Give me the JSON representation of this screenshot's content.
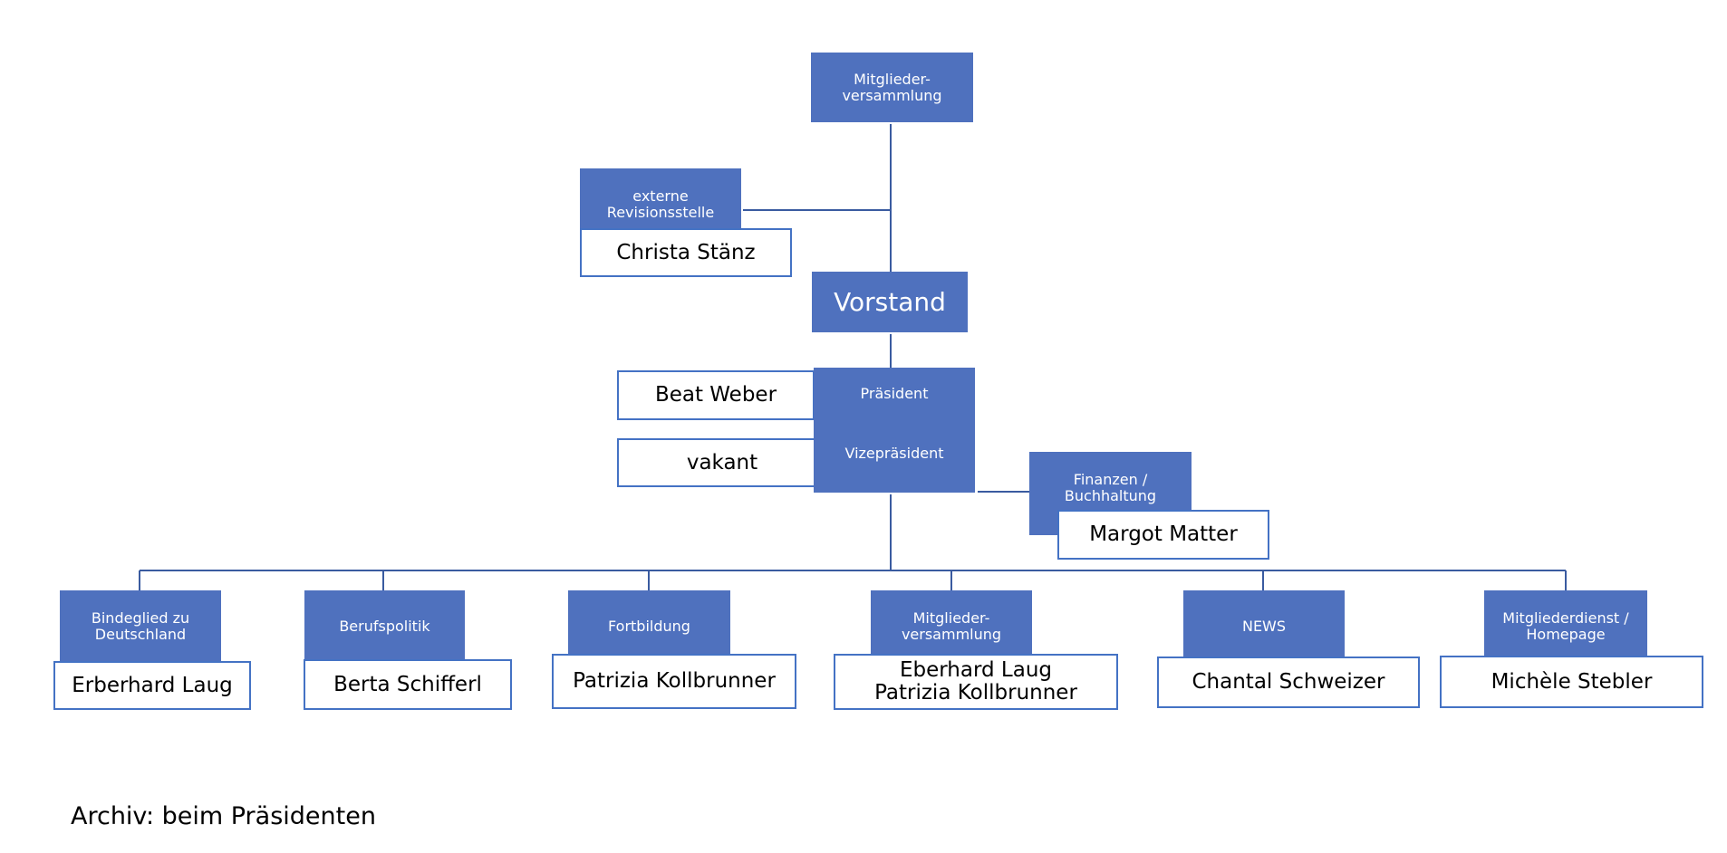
{
  "top": {
    "label_line1": "Mitglieder-",
    "label_line2": "versammlung"
  },
  "revision": {
    "label_line1": "externe",
    "label_line2": "Revisionsstelle",
    "person": "Christa Stänz"
  },
  "vorstand": {
    "label": "Vorstand"
  },
  "praesidium": {
    "president_label": "Präsident",
    "vice_label": "Vizepräsident",
    "president_person": "Beat Weber",
    "vice_person": "vakant"
  },
  "finance": {
    "label_line1": "Finanzen /",
    "label_line2": "Buchhaltung",
    "person": "Margot Matter"
  },
  "departments": [
    {
      "label_line1": "Bindeglied zu",
      "label_line2": "Deutschland",
      "person_line1": "Erberhard Laug",
      "person_line2": ""
    },
    {
      "label_line1": "Berufspolitik",
      "label_line2": "",
      "person_line1": "Berta Schifferl",
      "person_line2": ""
    },
    {
      "label_line1": "Fortbildung",
      "label_line2": "",
      "person_line1": "Patrizia Kollbrunner",
      "person_line2": ""
    },
    {
      "label_line1": "Mitglieder-",
      "label_line2": "versammlung",
      "person_line1": "Eberhard Laug",
      "person_line2": "Patrizia Kollbrunner"
    },
    {
      "label_line1": "NEWS",
      "label_line2": "",
      "person_line1": "Chantal Schweizer",
      "person_line2": ""
    },
    {
      "label_line1": "Mitgliederdienst /",
      "label_line2": "Homepage",
      "person_line1": "Michèle Stebler",
      "person_line2": ""
    }
  ],
  "footer": {
    "text": "Archiv: beim Präsidenten"
  },
  "colors": {
    "box_fill": "#4f71be",
    "box_border": "#4472c4",
    "connector": "#3a5ba0"
  }
}
